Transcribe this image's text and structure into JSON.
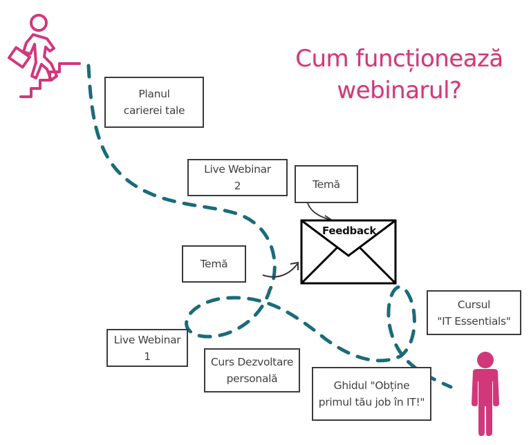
{
  "title": {
    "line1": "Cum funcționează",
    "line2": "webinarul?",
    "color": "#d1387a"
  },
  "colors": {
    "accent_pink": "#d1387a",
    "path_teal": "#1b6b7a",
    "box_border": "#3a3a3a"
  },
  "icons": {
    "start": "person-climbing-stairs-with-briefcase",
    "end": "standing-person",
    "envelope": "envelope"
  },
  "steps": [
    {
      "id": "planul",
      "label": "Planul\ncarierei tale"
    },
    {
      "id": "live2",
      "label": "Live Webinar\n2"
    },
    {
      "id": "tema-top",
      "label": "Temă"
    },
    {
      "id": "tema-left",
      "label": "Temă"
    },
    {
      "id": "cursul-it",
      "label": "Cursul\n\"IT Essentials\""
    },
    {
      "id": "live1",
      "label": "Live Webinar\n1"
    },
    {
      "id": "curs-dezvoltare",
      "label": "Curs Dezvoltare\npersonală"
    },
    {
      "id": "ghidul",
      "label": "Ghidul \"Obține\nprimul tău job în IT!\""
    }
  ],
  "envelope": {
    "label": "Feedback"
  }
}
